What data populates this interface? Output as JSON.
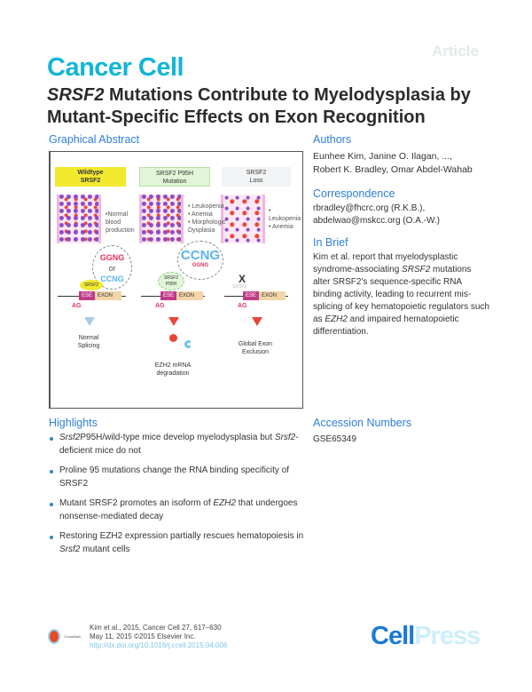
{
  "header": {
    "article_label": "Article",
    "journal": "Cancer Cell",
    "title_italic": "SRSF2",
    "title_rest": " Mutations Contribute to Myelodysplasia by Mutant-Specific Effects on Exon Recognition"
  },
  "graphical_abstract": {
    "label": "Graphical Abstract",
    "columns": [
      {
        "header_line1": "Wildtype",
        "header_line2": "SRSF2",
        "color": "#f2e92f",
        "phenotype": [
          "•Normal",
          "blood",
          "production"
        ],
        "motif_top": "GGNG",
        "motif_or": "or",
        "motif_bottom": "CCNG",
        "protein": "SRSF2",
        "ese": "ESE",
        "exon": "EXON",
        "ag": "AG",
        "outcome": [
          "Normal",
          "Splicing"
        ]
      },
      {
        "header_line1": "SRSF2 P95H",
        "header_line2": "Mutation",
        "color": "#e2f5d6",
        "phenotype": [
          "• Leukopenia",
          "• Anemia",
          "• Morphologic",
          "  Dysplasia"
        ],
        "motif_top": "CCNG",
        "motif_bottom": "GGNG",
        "protein": "SRSF2 P95H",
        "ese": "ESE",
        "exon": "EXON",
        "ag": "AG",
        "outcome": [
          "EZH2 mRNA",
          "degradation"
        ]
      },
      {
        "header_line1": "SRSF2",
        "header_line2": "Loss",
        "color": "#f2f3f4",
        "phenotype": [
          "• Leukopenia",
          "• Anemia"
        ],
        "protein": "SRSF2",
        "mark": "X",
        "ese": "ESE",
        "exon": "EXON",
        "ag": "AG",
        "outcome": [
          "Global Exon",
          "Exclusion"
        ]
      }
    ]
  },
  "authors": {
    "label": "Authors",
    "line1": "Eunhee Kim, Janine O. Ilagan, ...,",
    "line2": "Robert K. Bradley, Omar Abdel-Wahab"
  },
  "correspondence": {
    "label": "Correspondence",
    "line1": "rbradley@fhcrc.org (R.K.B.),",
    "line2": "abdelwao@mskcc.org (O.A.-W.)"
  },
  "in_brief": {
    "label": "In Brief",
    "p1": "Kim et al. report that myelodysplastic syndrome-associating ",
    "i1": "SRSF2",
    "p2": " mutations alter SRSF2's sequence-specific RNA binding activity, leading to recurrent mis-splicing of key hematopoietic regulators such as ",
    "i2": "EZH2",
    "p3": " and impaired hematopoietic differentiation."
  },
  "highlights": {
    "label": "Highlights",
    "items": [
      {
        "i1": "Srsf2",
        "t1": "P95H/wild-type mice develop myelodysplasia but ",
        "i2": "Srsf2",
        "t2": "-deficient mice do not"
      },
      {
        "t1": "Proline 95 mutations change the RNA binding specificity of SRSF2"
      },
      {
        "t1": "Mutant SRSF2 promotes an isoform of ",
        "i1": "EZH2",
        "t2": " that undergoes nonsense-mediated decay"
      },
      {
        "t1": "Restoring EZH2 expression partially rescues hematopoiesis in ",
        "i1": "Srsf2",
        "t2": " mutant cells"
      }
    ]
  },
  "accession": {
    "label": "Accession Numbers",
    "value": "GSE65349"
  },
  "footer": {
    "crossmark": "CrossMark",
    "citation": "Kim et al., 2015, Cancer Cell 27, 617–630",
    "date": "May 11, 2015 ©2015 Elsevier Inc.",
    "doi": "http://dx.doi.org/10.1016/j.ccell.2015.04.006",
    "logo_cell": "Cell",
    "logo_press": "Press"
  },
  "colors": {
    "accent": "#12b5d8",
    "section": "#2f7fd8",
    "motif_red": "#e0325a",
    "motif_blue": "#5ab4ee"
  }
}
